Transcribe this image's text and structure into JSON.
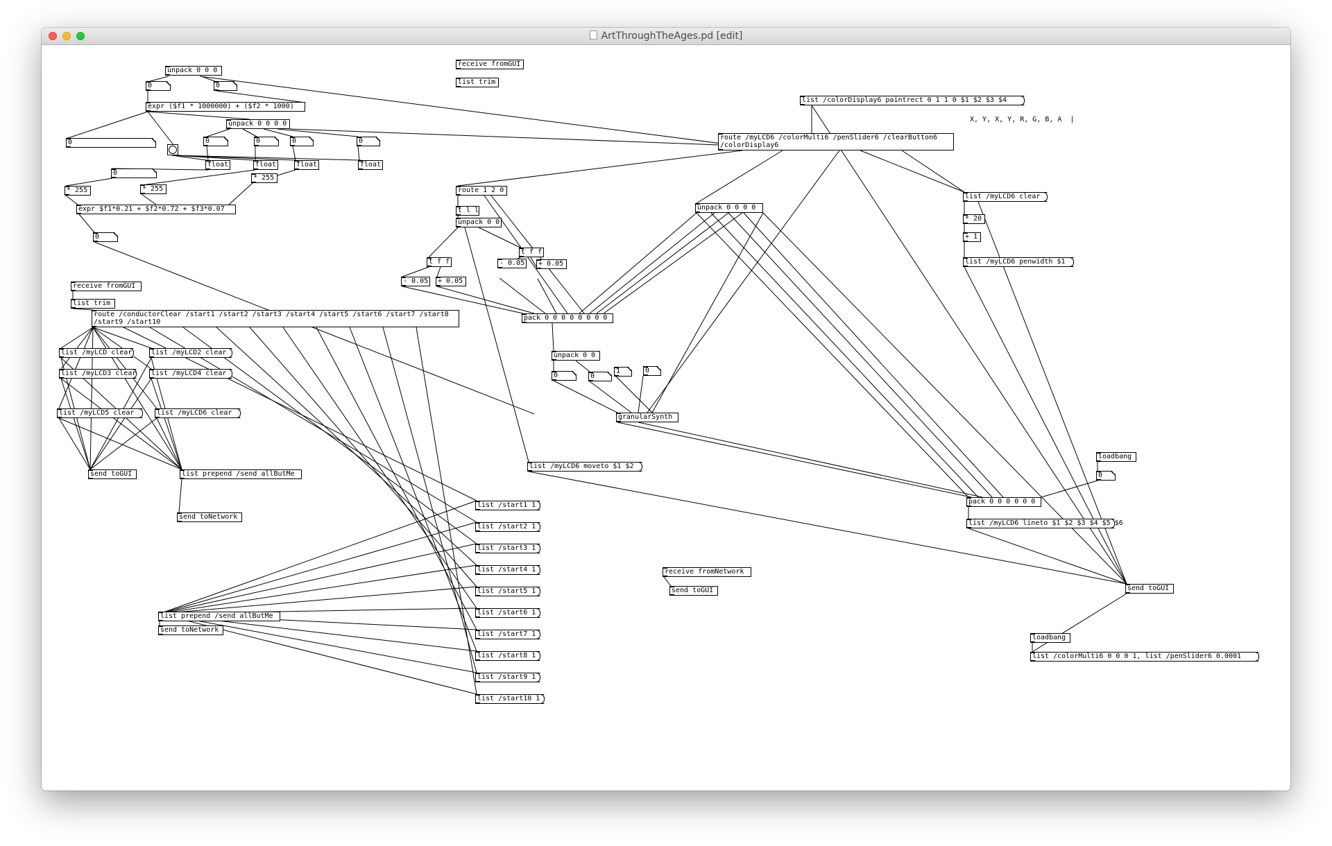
{
  "window": {
    "title": "ArtThroughTheAges.pd [edit]",
    "traffic_lights": [
      "close",
      "minimize",
      "zoom"
    ],
    "colors": {
      "close": "#fe5f57",
      "minimize": "#febc2e",
      "zoom": "#28c840"
    }
  },
  "objects": {
    "o_unpack000": "unpack 0 0 0",
    "o_recvGUI2": "receive fromGUI",
    "o_listtrim2": "list trim",
    "o_n1": "0",
    "o_n2": "0",
    "o_expr1": "expr ($f1 * 1000000) + ($f2 * 1000)",
    "o_unpack0000a": "unpack 0 0 0 0",
    "o_nwide1": "0",
    "o_n3": "0",
    "o_n4": "0",
    "o_n5": "0",
    "o_n6": "0",
    "o_float1": "float",
    "o_float2": "float",
    "o_float3": "float",
    "o_float4": "float",
    "o_nwide2": "0",
    "o_mul1": "* 255",
    "o_mul2": "* 255",
    "o_mul3": "* 255",
    "o_expr2": "expr $f1*0.21 + $f2*0.72 + $f3*0.07",
    "o_n7": "0",
    "o_recvGUI1": "receive fromGUI",
    "o_listtrim1": "list trim",
    "o_routeConductor": "route /conductorClear /start1 /start2 /start3 /start4 /start5 /start6 /start7 /start8 /start9 /start10",
    "o_msgLCD": "list /myLCD clear",
    "o_msgLCD2": "list /myLCD2 clear",
    "o_msgLCD3": "list /myLCD3 clear",
    "o_msgLCD4": "list /myLCD4 clear",
    "o_msgLCD5": "list /myLCD5 clear",
    "o_msgLCD6a": "list /myLCD6 clear",
    "o_sendGUI1": "send toGUI",
    "o_prepend1": "list prepend /send allButMe",
    "o_sendNet1": "send toNetwork",
    "o_prepend2": "list prepend /send allButMe",
    "o_sendNet2": "send toNetwork",
    "o_start1": "list /start1 1",
    "o_start2": "list /start2 1",
    "o_start3": "list /start3 1",
    "o_start4": "list /start4 1",
    "o_start5": "list /start5 1",
    "o_start6": "list /start6 1",
    "o_start7": "list /start7 1",
    "o_start8": "list /start8 1",
    "o_start9": "list /start9 1",
    "o_start10": "list /start10 1",
    "o_route120": "route 1 2 0",
    "o_tl": "t l l",
    "o_unpack00": "unpack 0 0",
    "o_tff1": "t f f",
    "o_tff2": "t f f",
    "o_sub1": "- 0.05",
    "o_add1": "+ 0.05",
    "o_sub2": "- 0.05",
    "o_add2": "+ 0.05",
    "o_pack8": "pack 0 0 0 0 0 0 0 0",
    "o_unpack00b": "unpack 0 0",
    "o_n8": "0",
    "o_n9": "0",
    "o_n10": "1",
    "o_n11": "0",
    "o_granular": "granularSynth",
    "o_moveto": "list /myLCD6 moveto $1 $2",
    "o_paintrect": "list /colorDisplay6 paintrect 0 1 1 0 $1 $2 $3 $4",
    "o_routeLCD6": "route /myLCD6 /colorMulti6 /penSlider6 /clearButton6 /colorDisplay6",
    "o_unpack0000b": "unpack 0 0 0 0",
    "o_clear6b": "list /myLCD6 clear",
    "o_mul20": "* 20",
    "o_add1b": "+ 1",
    "o_penwidth": "list /myLCD6 penwidth $1",
    "o_loadbang1": "loadbang",
    "o_n12": "0",
    "o_pack6": "pack 0 0 0 0 0 0",
    "o_lineto": "list /myLCD6 lineto $1 $2 $3 $4 $5 $6",
    "o_recvNet": "receive fromNetwork",
    "o_sendGUI3": "send toGUI",
    "o_sendGUI2": "send toGUI",
    "o_loadbang2": "loadbang",
    "o_colorMulti": "list /colorMulti6 0 0 0 1, list /penSlider6 0.0001"
  },
  "comments": {
    "c_xyxy": "X, Y, X, Y, R, G, B, A  |"
  }
}
